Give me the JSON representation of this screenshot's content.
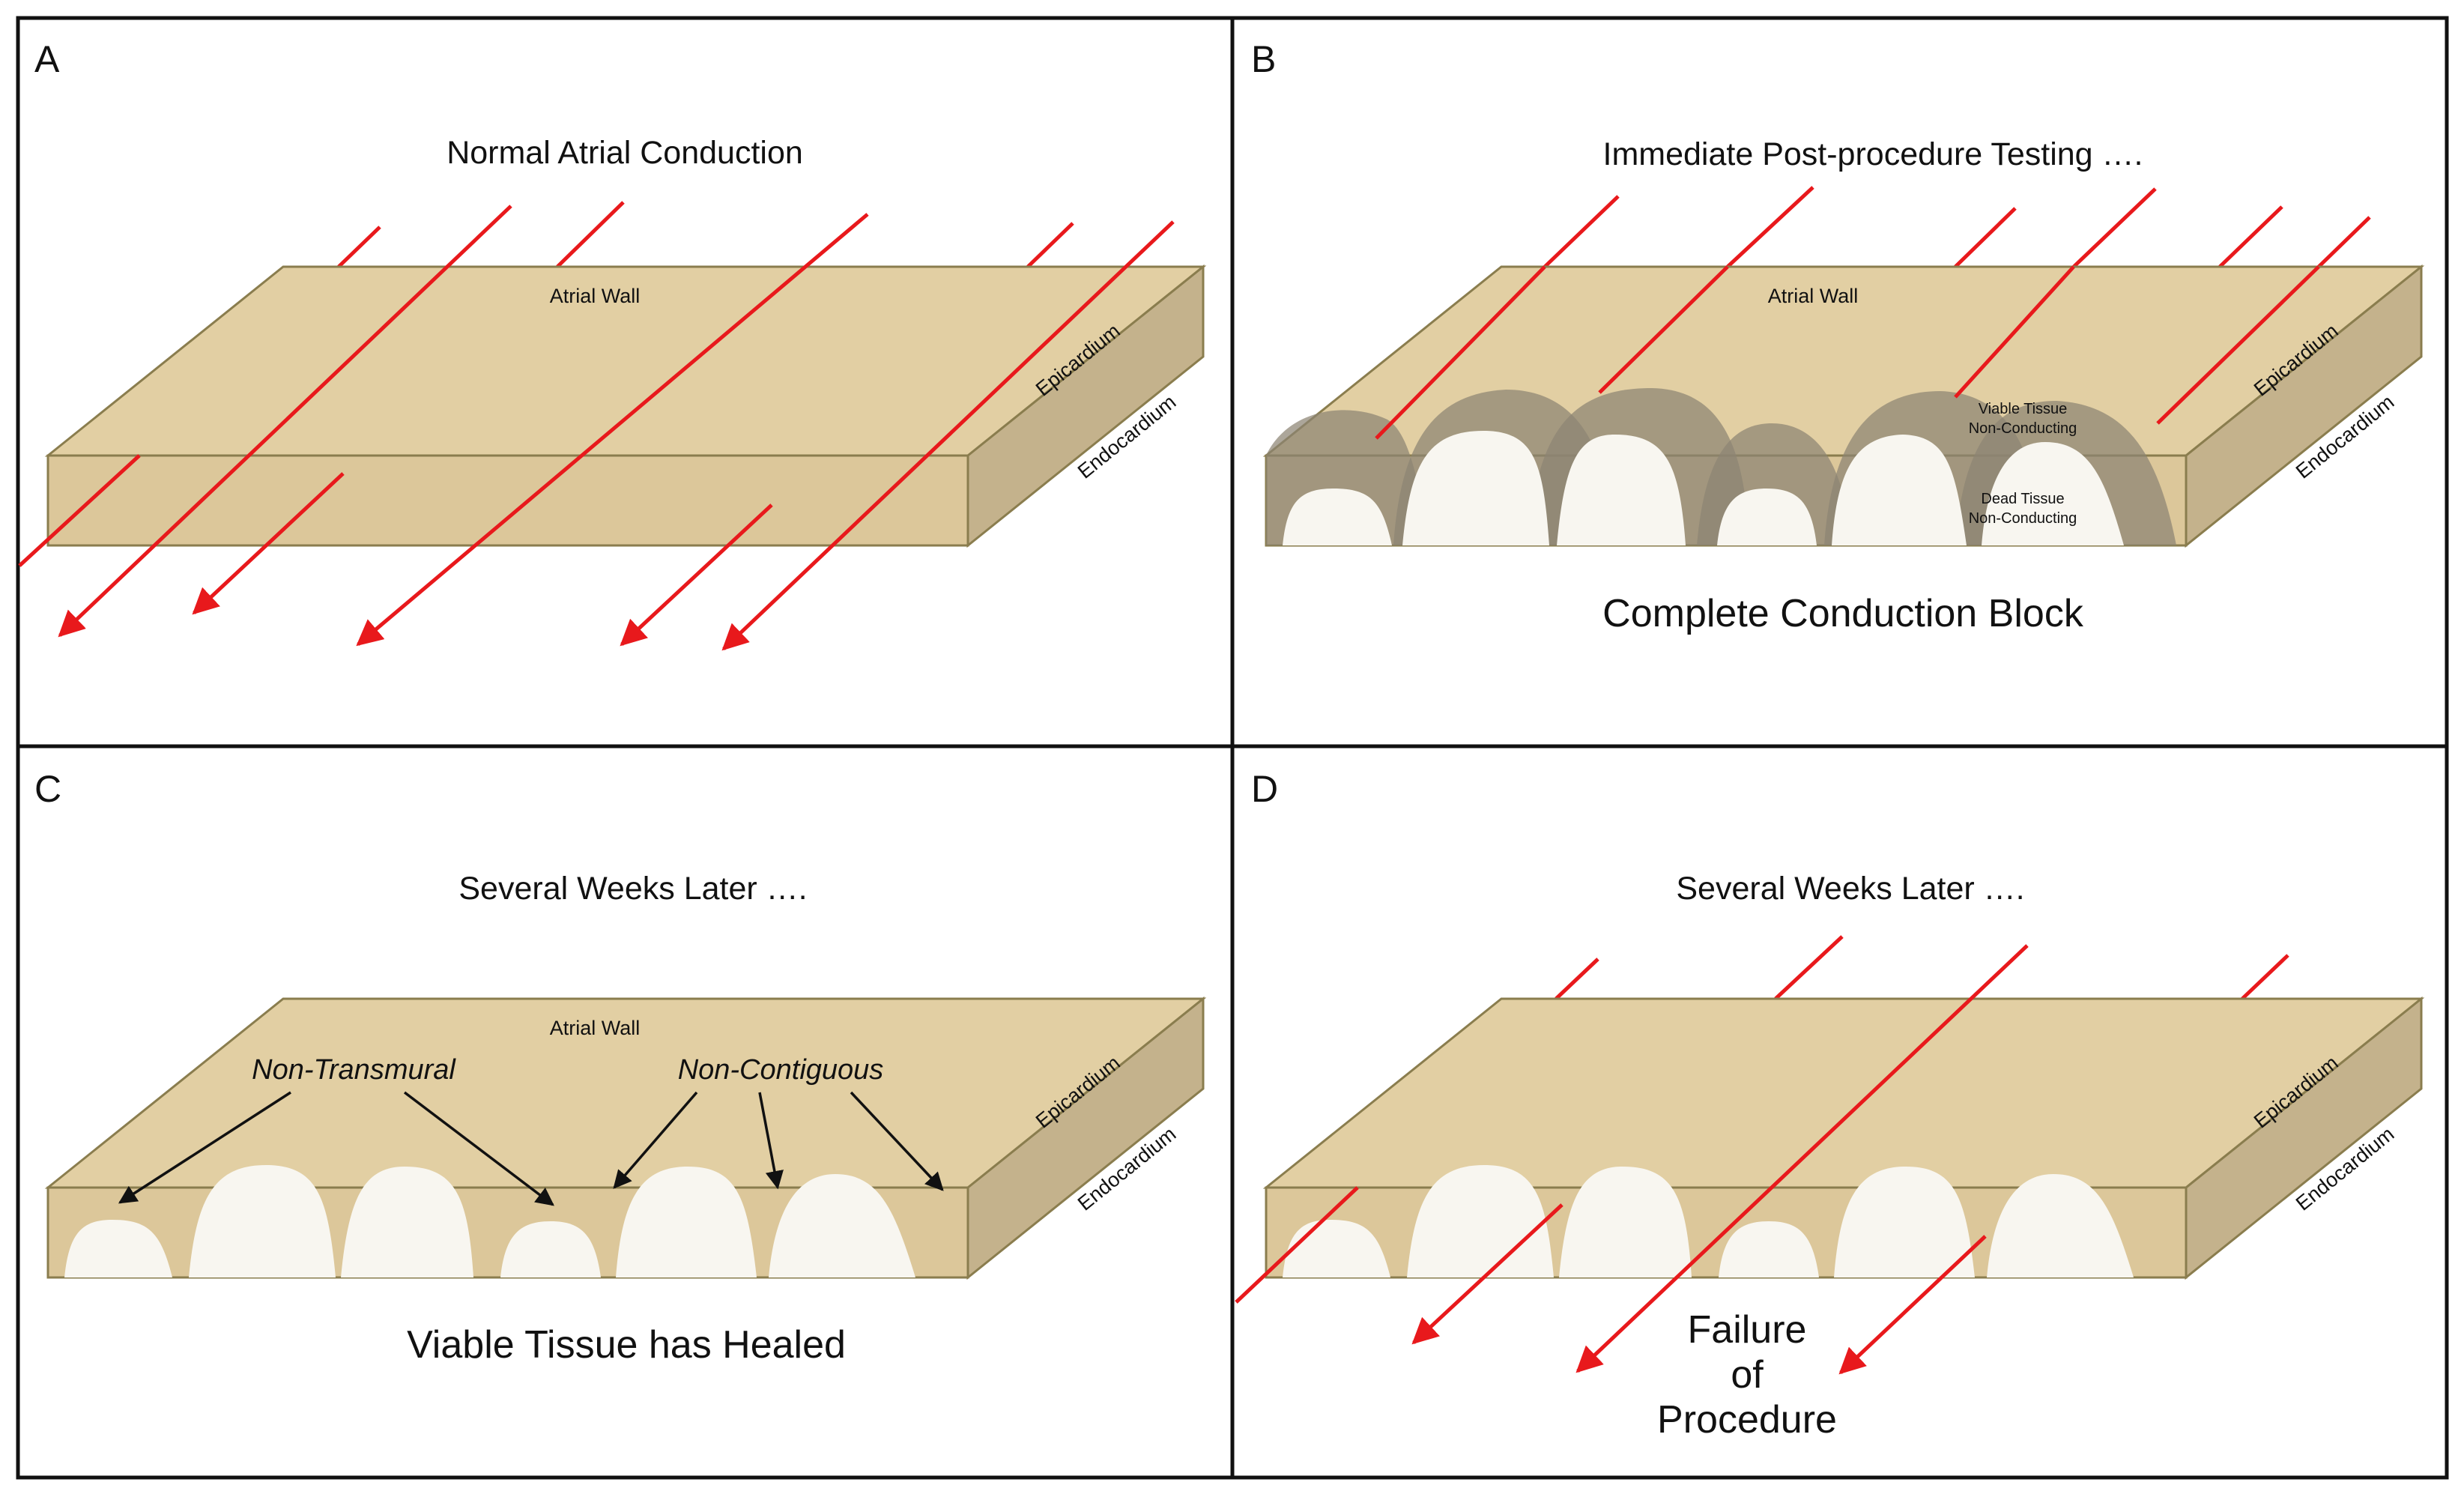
{
  "panels": {
    "a": {
      "letter": "A",
      "title": "Normal Atrial Conduction",
      "wall_label": "Atrial Wall",
      "epicardium": "Epicardium",
      "endocardium": "Endocardium"
    },
    "b": {
      "letter": "B",
      "title": "Immediate Post-procedure Testing ….",
      "wall_label": "Atrial Wall",
      "epicardium": "Epicardium",
      "endocardium": "Endocardium",
      "viable_1": "Viable Tissue",
      "viable_2": "Non-Conducting",
      "dead_1": "Dead Tissue",
      "dead_2": "Non-Conducting",
      "caption": "Complete Conduction Block"
    },
    "c": {
      "letter": "C",
      "title": "Several Weeks Later ….",
      "wall_label": "Atrial Wall",
      "epicardium": "Epicardium",
      "endocardium": "Endocardium",
      "non_transmural": "Non-Transmural",
      "non_contiguous": "Non-Contiguous",
      "caption": "Viable Tissue has Healed"
    },
    "d": {
      "letter": "D",
      "title": "Several Weeks Later ….",
      "epicardium": "Epicardium",
      "endocardium": "Endocardium",
      "caption_1": "Failure",
      "caption_2": "of",
      "caption_3": "Procedure"
    }
  },
  "colors": {
    "tissue_top": "#e2cfa3",
    "tissue_front": "#dcc79a",
    "tissue_side": "#c4b28c",
    "tissue_edge": "#8a7d4e",
    "lesion_dead": "#f8f6f0",
    "lesion_viable": "#8c8373",
    "conduction_arrow": "#e8191c",
    "border": "#111111"
  }
}
